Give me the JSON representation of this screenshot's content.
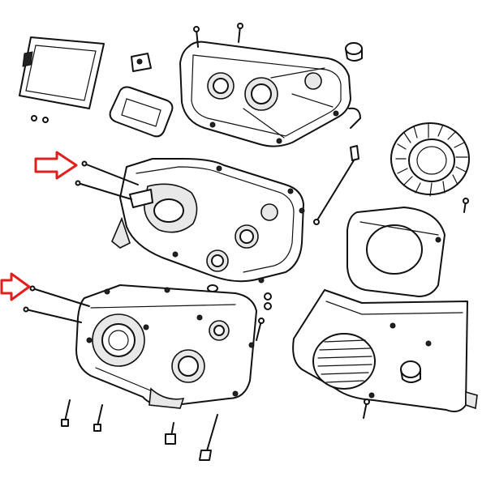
{
  "diagram": {
    "accent_color": "#e0201c",
    "line_color": "#111111",
    "background": "#ffffff",
    "parts": [
      {
        "name": "crankcase-half-upper"
      },
      {
        "name": "crankcase-half-lower"
      },
      {
        "name": "transmission-cover"
      },
      {
        "name": "flywheel-fan"
      },
      {
        "name": "fan-shroud"
      },
      {
        "name": "engine-cover"
      },
      {
        "name": "inspection-window"
      },
      {
        "name": "cover-plate"
      },
      {
        "name": "dipstick"
      },
      {
        "name": "studs"
      },
      {
        "name": "bolts"
      }
    ],
    "callouts": [
      {
        "icon": "red-arrow-icon",
        "target": "upper-studs"
      },
      {
        "icon": "red-arrow-icon",
        "target": "lower-studs"
      }
    ]
  }
}
